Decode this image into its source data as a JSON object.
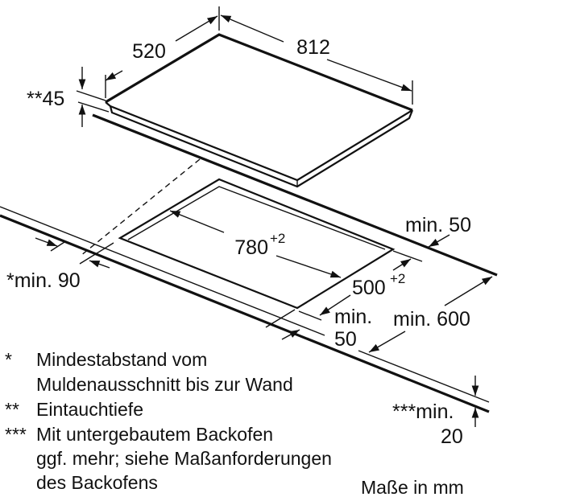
{
  "dimensions": {
    "hob_depth": "520",
    "hob_width": "812",
    "immersion_depth": "**45",
    "cutout_width": "780",
    "cutout_width_tolerance": "+2",
    "cutout_depth": "500",
    "cutout_depth_tolerance": "+2",
    "back_clearance": "min. 50",
    "side_clearance": "*min. 90",
    "front_clearance_line1": "min.",
    "front_clearance_line2": "50",
    "countertop_depth": "min. 600",
    "oven_gap_line1": "***min.",
    "oven_gap_line2": "20"
  },
  "notes": [
    {
      "marker": "*",
      "lines": [
        "Mindestabstand vom",
        "Muldenausschnitt bis zur Wand"
      ]
    },
    {
      "marker": "**",
      "lines": [
        "Eintauchtiefe"
      ]
    },
    {
      "marker": "***",
      "lines": [
        "Mit untergebautem Backofen",
        "ggf. mehr; siehe Maßanforderungen",
        "des Backofens"
      ]
    }
  ],
  "units_label": "Maße in mm",
  "colors": {
    "line": "#111111",
    "background": "#ffffff"
  }
}
